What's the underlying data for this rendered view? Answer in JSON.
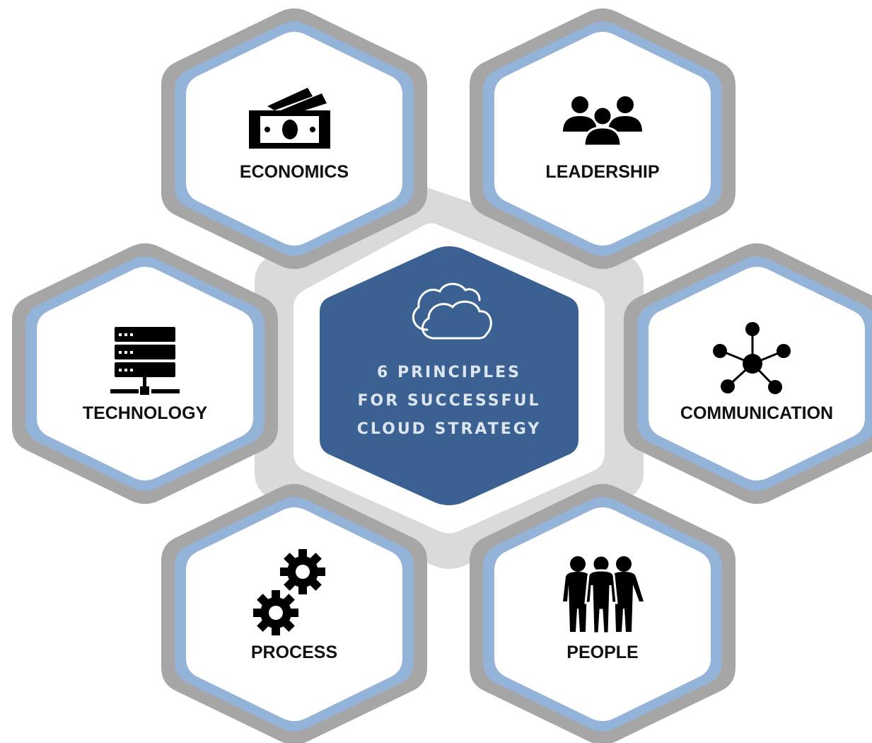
{
  "center": {
    "title_lines": [
      "6 PRINCIPLES",
      "FOR SUCCESSFUL",
      "CLOUD STRATEGY"
    ],
    "icon": "cloud-icon",
    "fill_color": "#3b6092"
  },
  "principles": [
    {
      "label": "ECONOMICS",
      "icon": "money-icon"
    },
    {
      "label": "LEADERSHIP",
      "icon": "team-icon"
    },
    {
      "label": "TECHNOLOGY",
      "icon": "server-icon"
    },
    {
      "label": "COMMUNICATION",
      "icon": "network-icon"
    },
    {
      "label": "PROCESS",
      "icon": "gears-icon"
    },
    {
      "label": "PEOPLE",
      "icon": "people-icon"
    }
  ],
  "colors": {
    "outer_ring": "#a6a6a6",
    "inner_ring": "#94b3d8",
    "hub_ring": "#dadada",
    "hex_fill": "#ffffff",
    "icon": "#000000"
  }
}
